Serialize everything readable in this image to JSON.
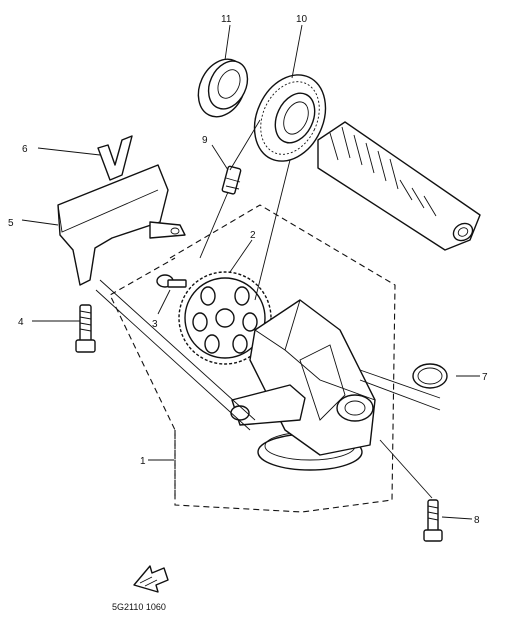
{
  "callouts": [
    "1",
    "2",
    "3",
    "4",
    "5",
    "6",
    "7",
    "8",
    "9",
    "10",
    "11"
  ],
  "drawing_code": "5G2110 1060"
}
